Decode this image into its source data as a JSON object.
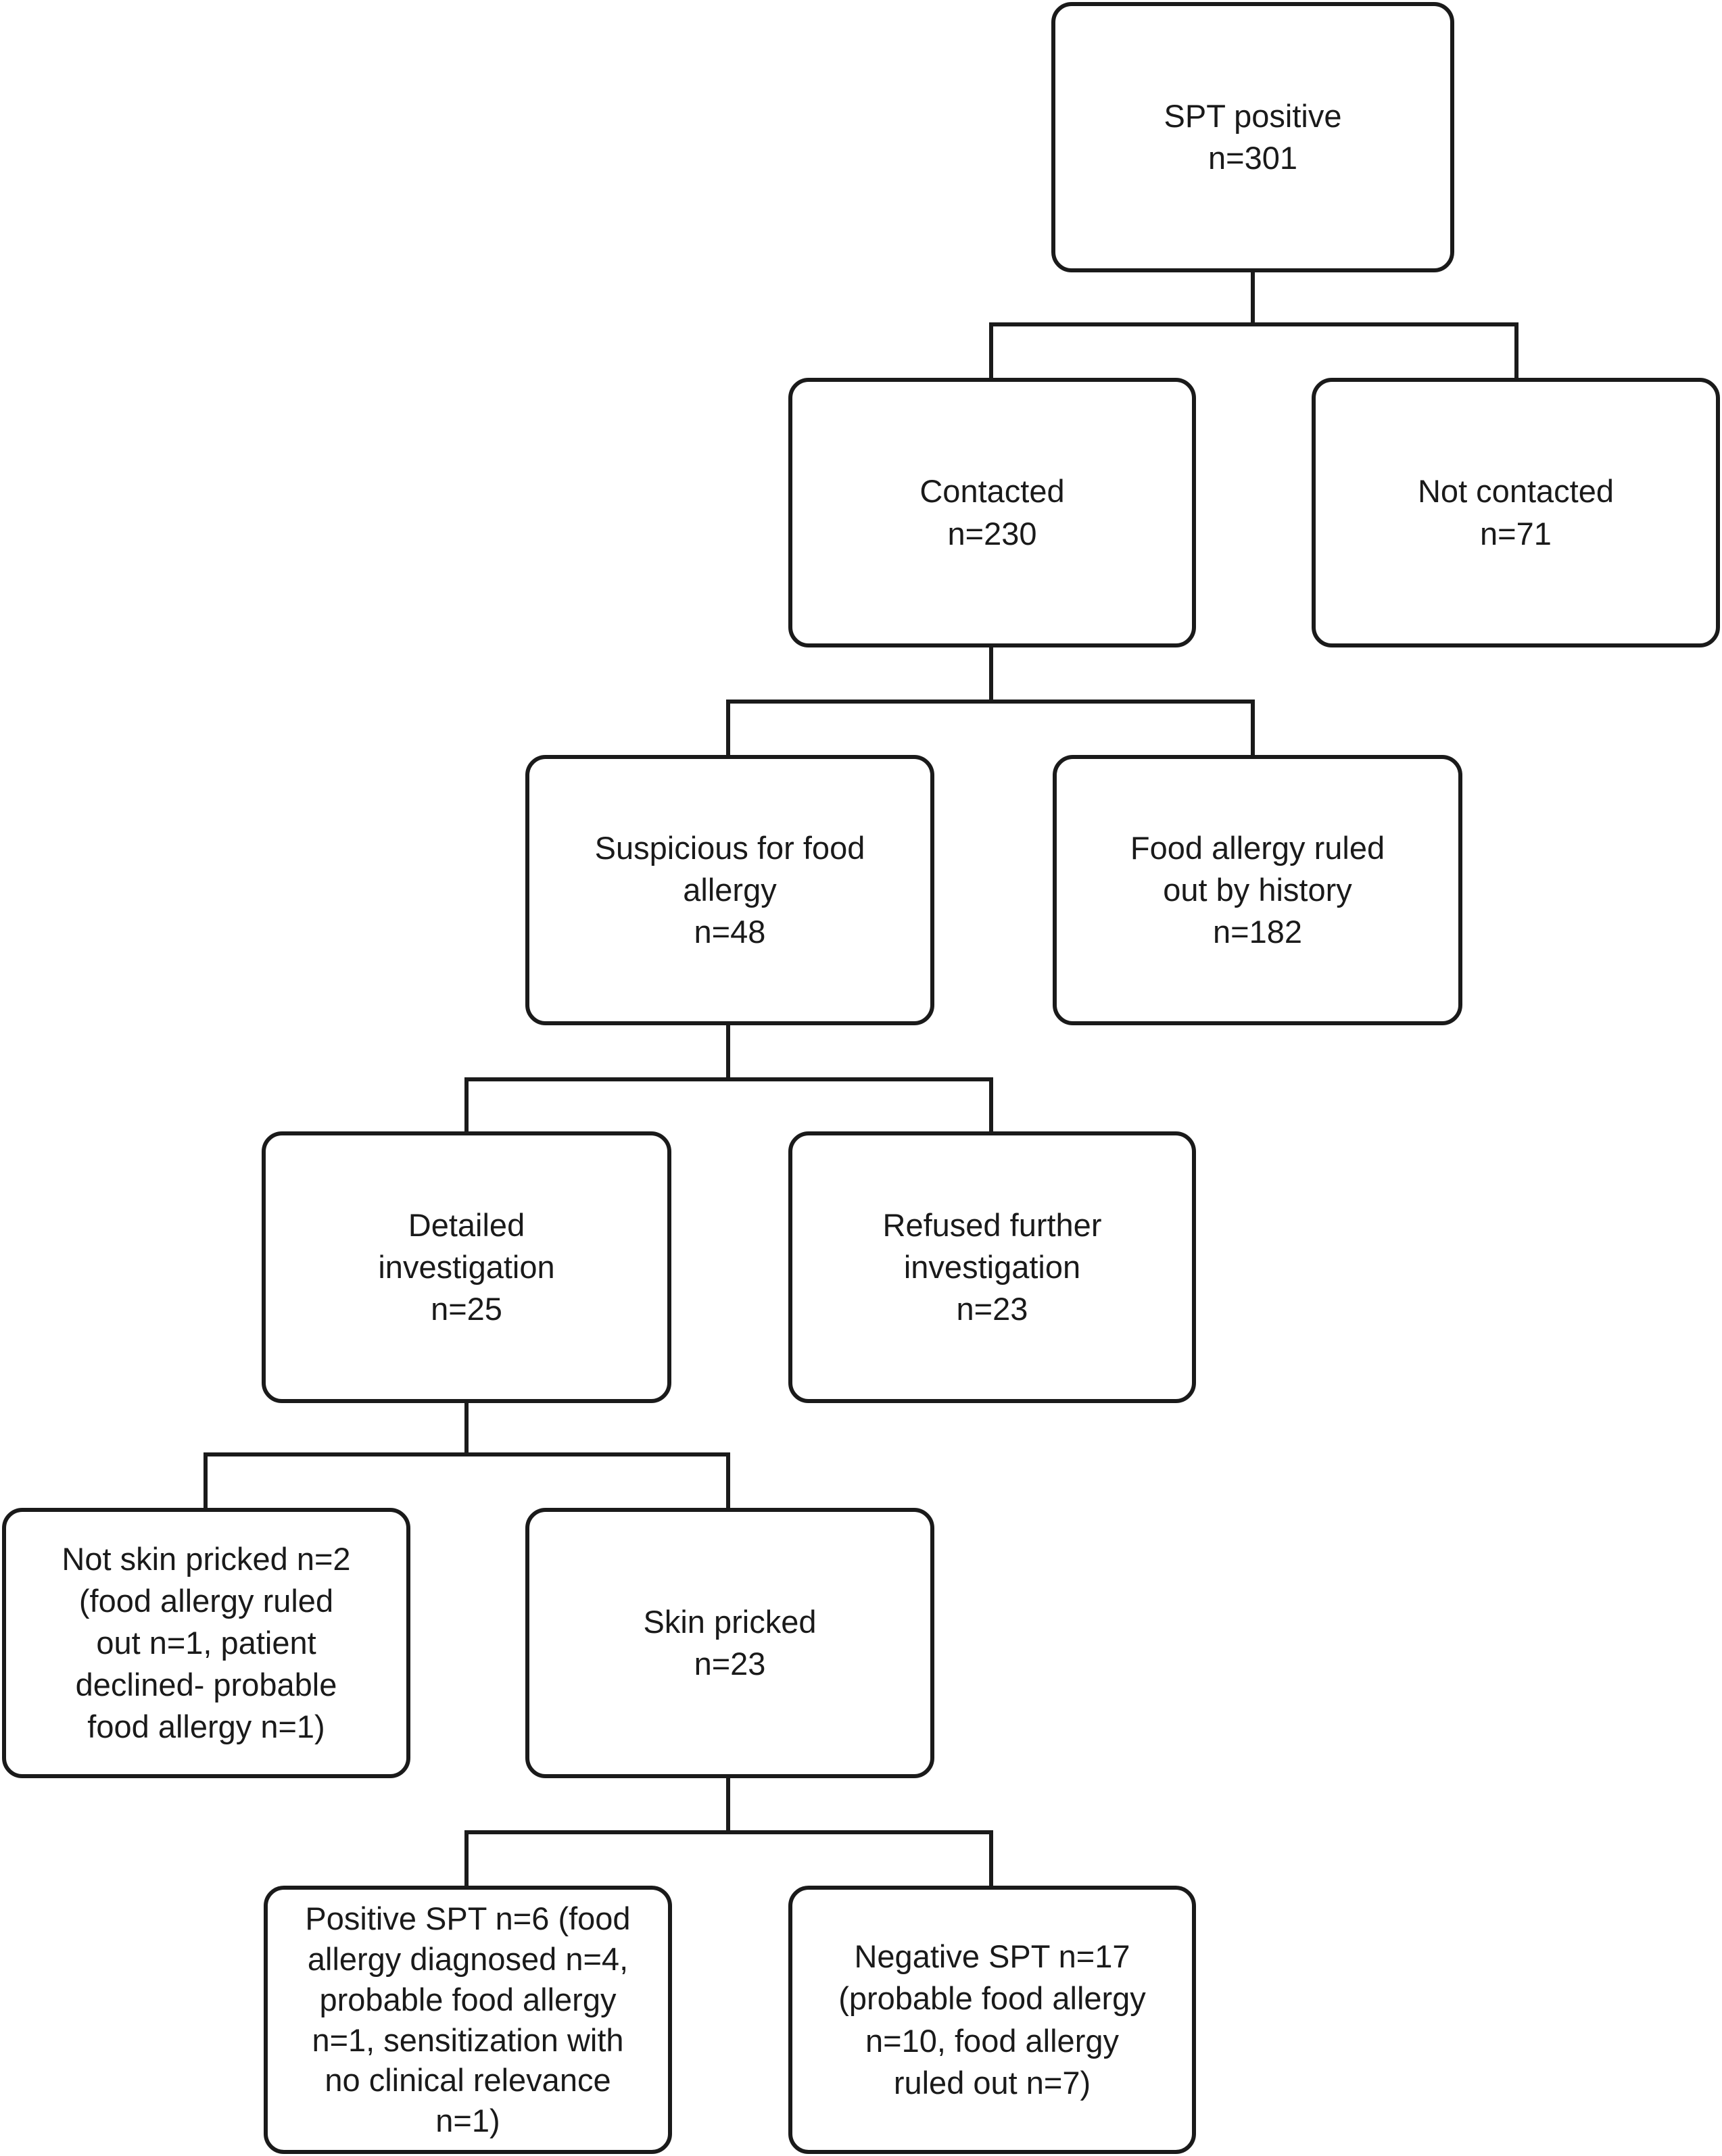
{
  "diagram": {
    "line_color": "#1a1a1a",
    "nodes": {
      "spt_positive": "SPT positive\nn=301",
      "contacted": "Contacted\nn=230",
      "not_contacted": "Not contacted\nn=71",
      "suspicious": "Suspicious for food\nallergy\nn=48",
      "ruled_out_history": "Food allergy ruled\nout by history\nn=182",
      "detailed_investigation": "Detailed\ninvestigation\nn=25",
      "refused_investigation": "Refused further\ninvestigation\nn=23",
      "not_skin_pricked": "Not skin pricked n=2\n(food allergy ruled\nout n=1, patient\ndeclined- probable\nfood allergy n=1)",
      "skin_pricked": "Skin pricked\nn=23",
      "positive_spt": "Positive SPT n=6 (food\nallergy diagnosed n=4,\nprobable food allergy\nn=1, sensitization with\nno clinical relevance\nn=1)",
      "negative_spt": "Negative SPT n=17\n(probable food allergy\nn=10, food allergy\nruled out n=7)"
    }
  }
}
